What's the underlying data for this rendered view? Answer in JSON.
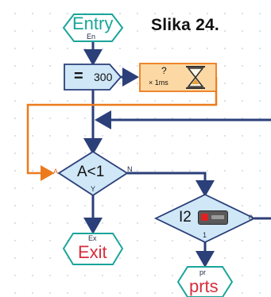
{
  "caption": "Slika 24.",
  "nodes": {
    "entry": {
      "label": "Entry",
      "sublabel": "En"
    },
    "assign": {
      "operator": "=",
      "value": "300"
    },
    "wait": {
      "value": "?",
      "unit": "× 1ms"
    },
    "decision": {
      "label": "A<1",
      "port_in": "A",
      "port_no": "N",
      "port_yes": "Y"
    },
    "input": {
      "label": "I2",
      "port_zero": "0",
      "port_one": "1"
    },
    "exit": {
      "label": "Exit",
      "sublabel": "Ex"
    },
    "subprogram": {
      "label": "prts",
      "sublabel": "pr"
    }
  },
  "colors": {
    "navy": "#2b3f79",
    "orange": "#ec7a1c",
    "teal": "#1aa59a",
    "exit_red": "#d72d3b",
    "node_blue": "#cfe7f7",
    "wait_orange": "#fcd9a4"
  },
  "icons": [
    "hourglass-icon",
    "switch-icon"
  ]
}
